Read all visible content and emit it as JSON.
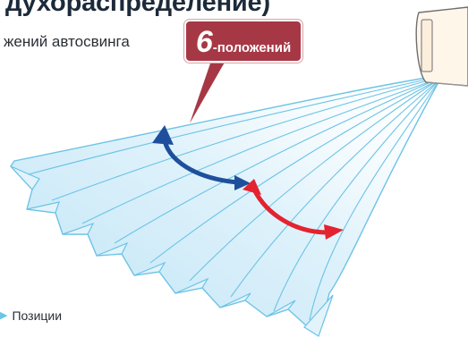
{
  "heading": "духораспределение)",
  "subheading": "жений автосвинга",
  "badge": {
    "number": "6",
    "word": "-положений"
  },
  "legend": {
    "arrow_icon": "triangle-right",
    "label": "Позиции"
  },
  "colors": {
    "airflow_fill": "#cfeaf8",
    "airflow_edge": "#6cc3e6",
    "badge": "#a63845",
    "blue_arrow": "#1f4f9c",
    "red_arrow": "#e3232f"
  },
  "swing_positions": 6
}
